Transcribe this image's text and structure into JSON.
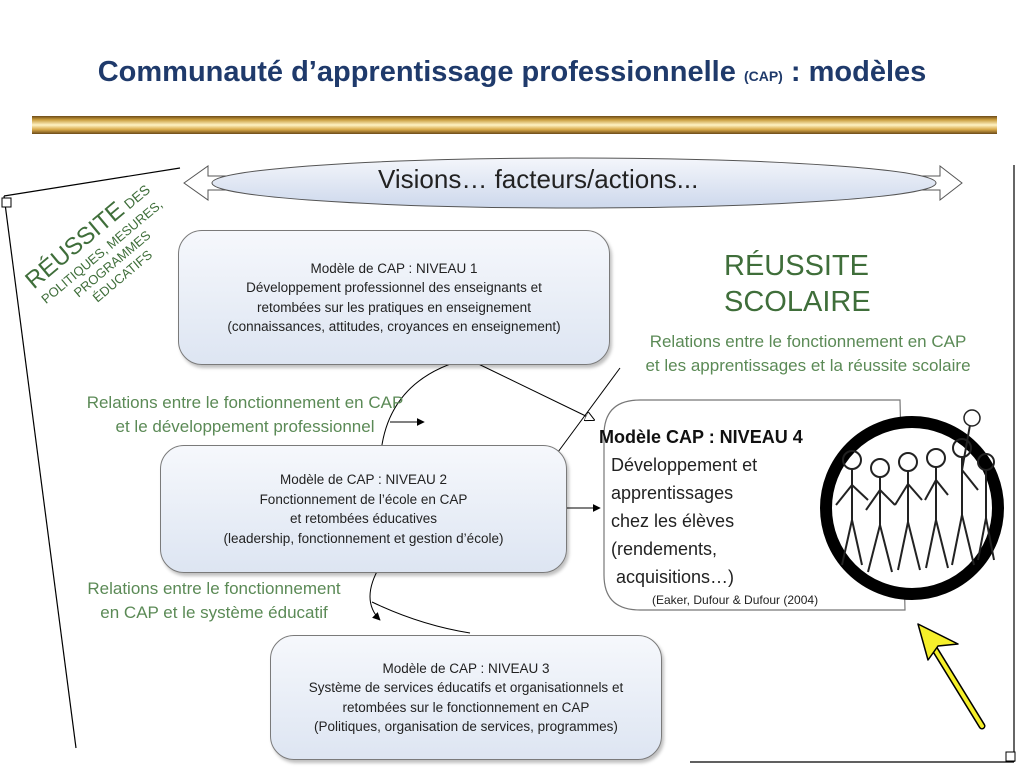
{
  "title": {
    "main": "Communauté d’apprentissage professionnelle",
    "abbr": "(CAP)",
    "suffix": ": modèles"
  },
  "banner": "Visions… facteurs/actions...",
  "rotated_label": {
    "big": "RÉUSSITE",
    "small": "DES",
    "lines": [
      "POLITIQUES, MESURES,",
      "PROGRAMMES",
      "ÉDUCATIFS"
    ]
  },
  "niveau1": {
    "lines": [
      "Modèle de CAP :  NIVEAU 1",
      "Développement professionnel des enseignants et",
      "retombées sur les pratiques en enseignement",
      "(connaissances, attitudes, croyances en enseignement)"
    ]
  },
  "niveau2": {
    "lines": [
      "Modèle de CAP : NIVEAU 2",
      "Fonctionnement de l’école en CAP",
      "et retombées  éducatives",
      "(leadership,  fonctionnement et gestion d’école)"
    ]
  },
  "niveau3": {
    "lines": [
      "Modèle de CAP : NIVEAU 3",
      "Système de services éducatifs et organisationnels et",
      "retombées sur le fonctionnement en CAP",
      "(Politiques, organisation de services, programmes)"
    ]
  },
  "niveau4": {
    "title": "Modèle CAP : NIVEAU 4",
    "lines": [
      "Développement et",
      "apprentissages",
      "chez les élèves",
      "(rendements,",
      " acquisitions…)"
    ]
  },
  "reussite_scolaire": [
    "RÉUSSITE",
    "SCOLAIRE"
  ],
  "relation_scolaire": [
    "Relations entre le fonctionnement en CAP",
    "et les apprentissages et la réussite scolaire"
  ],
  "relation_pro": [
    "Relations entre le fonctionnement en CAP",
    "et le développement professionnel"
  ],
  "relation_systeme": [
    "Relations entre le fonctionnement",
    "en CAP et le système éducatif"
  ],
  "citation": "(Eaker, Dufour & Dufour (2004)",
  "colors": {
    "title": "#1f3a6b",
    "green_text": "#5b8a56",
    "dark_green": "#3f6e3a",
    "arrow_yellow": "#f5ef2a"
  }
}
